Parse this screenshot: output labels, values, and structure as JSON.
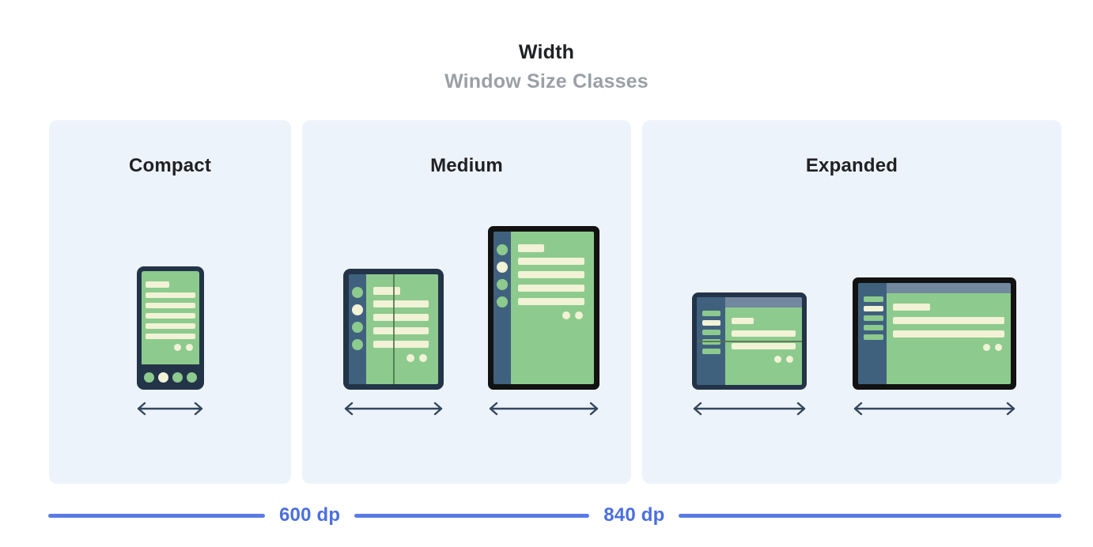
{
  "page": {
    "title": "Width",
    "subtitle": "Window Size Classes"
  },
  "panels": [
    {
      "label": "Compact",
      "devices": [
        "phone-portrait-illustration"
      ]
    },
    {
      "label": "Medium",
      "devices": [
        "foldable-portrait-illustration",
        "tablet-portrait-illustration"
      ]
    },
    {
      "label": "Expanded",
      "devices": [
        "foldable-landscape-illustration",
        "tablet-landscape-illustration"
      ]
    }
  ],
  "axis": {
    "breakpoints": [
      {
        "label": "600 dp"
      },
      {
        "label": "840 dp"
      }
    ]
  },
  "icons": {
    "width_arrow": "double-headed-horizontal-arrow"
  },
  "colors": {
    "panel_background": "#EDF3FA",
    "device_frame_navy": "#233449",
    "device_frame_black": "#121212",
    "rail_slate": "#40617E",
    "header_strip": "#72889F",
    "screen_green": "#8DCA8D",
    "content_cream": "#F1F2D6",
    "fold_line": "#52714E",
    "arrow": "#33475E",
    "breakpoint_blue": "#4A6FDE",
    "title_text": "#202124",
    "subtitle_text": "#9AA0A6"
  }
}
